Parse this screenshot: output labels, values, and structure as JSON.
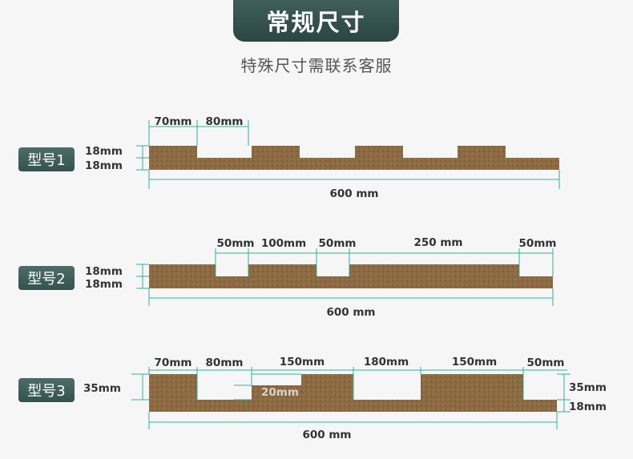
{
  "header": {
    "title": "常规尺寸",
    "subtitle": "特殊尺寸需联系客服"
  },
  "colors": {
    "board": "#8b6a42",
    "dimension_line": "#2cb29a",
    "label_bg": "#3e5b59"
  },
  "models": [
    {
      "label": "型号1",
      "dims": {
        "top_widths": [
          "70mm",
          "80mm"
        ],
        "heights": [
          "18mm",
          "18mm"
        ],
        "total": "600 mm"
      }
    },
    {
      "label": "型号2",
      "dims": {
        "top_widths": [
          "50mm",
          "100mm",
          "50mm",
          "250 mm",
          "50mm"
        ],
        "heights": [
          "18mm",
          "18mm"
        ],
        "total": "600 mm"
      }
    },
    {
      "label": "型号3",
      "dims": {
        "top_widths": [
          "70mm",
          "80mm",
          "150mm",
          "180mm",
          "150mm",
          "50mm"
        ],
        "left_height": "35mm",
        "inner_depth": "20mm",
        "right_heights": [
          "35mm",
          "18mm"
        ],
        "total": "600 mm"
      }
    }
  ]
}
